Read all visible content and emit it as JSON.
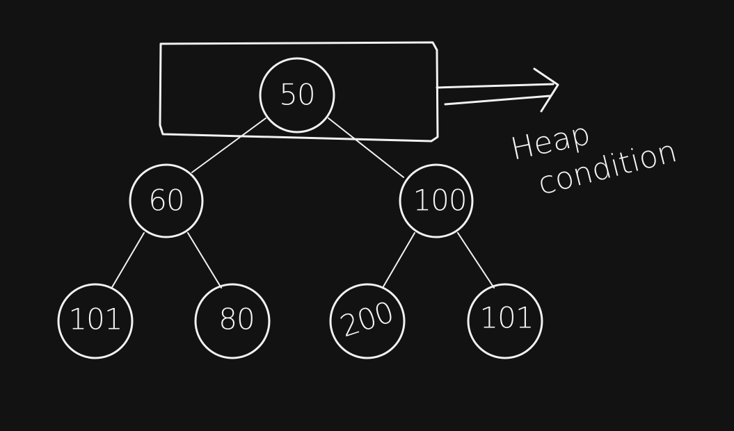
{
  "canvas": {
    "background": "#121212",
    "ink": "#f2f2f2"
  },
  "tree": {
    "root": "50",
    "left": "60",
    "right": "100",
    "left_left": "101",
    "left_right": "80",
    "right_left": "200",
    "right_right": "101"
  },
  "annotation": {
    "line1": "Heap",
    "line2": "condition"
  }
}
